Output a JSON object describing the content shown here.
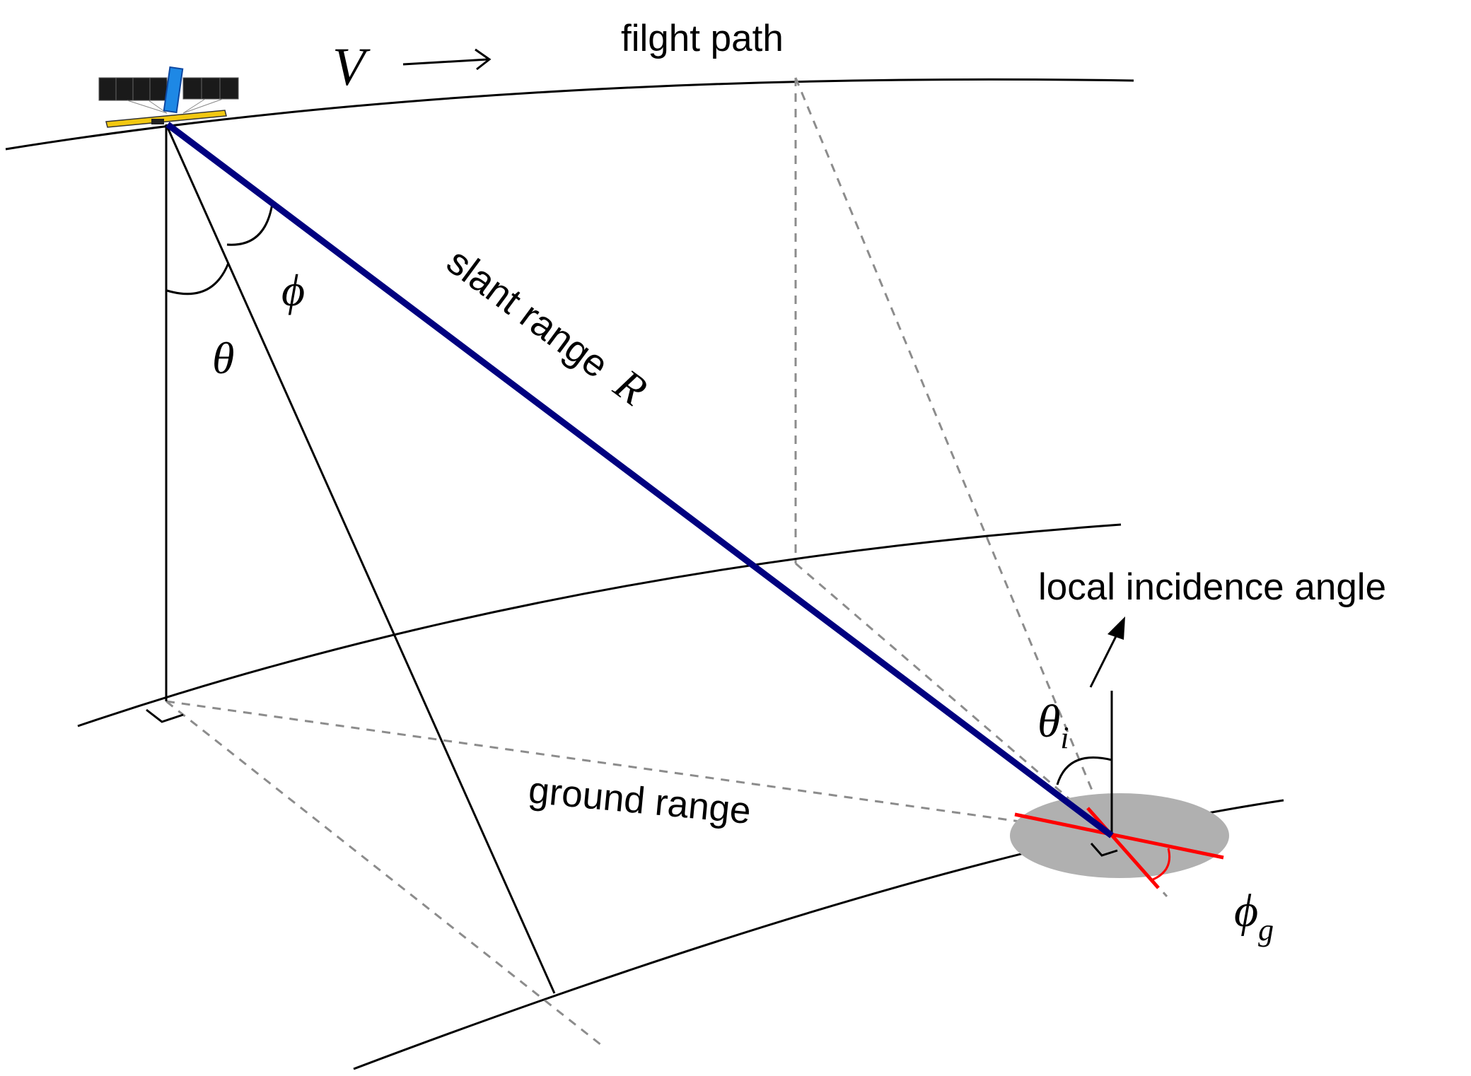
{
  "labels": {
    "velocity_symbol": "V",
    "flight_path": "filght path",
    "slant_range_text": "slant range",
    "slant_range_symbol": "R",
    "look_angle_symbol": "ϕ",
    "off_nadir_symbol": "θ",
    "ground_range": "ground range",
    "local_incidence": "local incidence angle",
    "incidence_symbol": "θ",
    "incidence_subscript": "i",
    "ground_angle_symbol": "ϕ",
    "ground_angle_subscript": "g"
  },
  "colors": {
    "slant_range_line": "#00007f",
    "ground_angle_lines": "#ff0000",
    "footprint": "#b0b0b0",
    "dashed_lines": "#8c8c8c",
    "solar_panel": "#1a1a1a",
    "antenna": "#1e88e5",
    "satellite_base": "#f2c811"
  }
}
